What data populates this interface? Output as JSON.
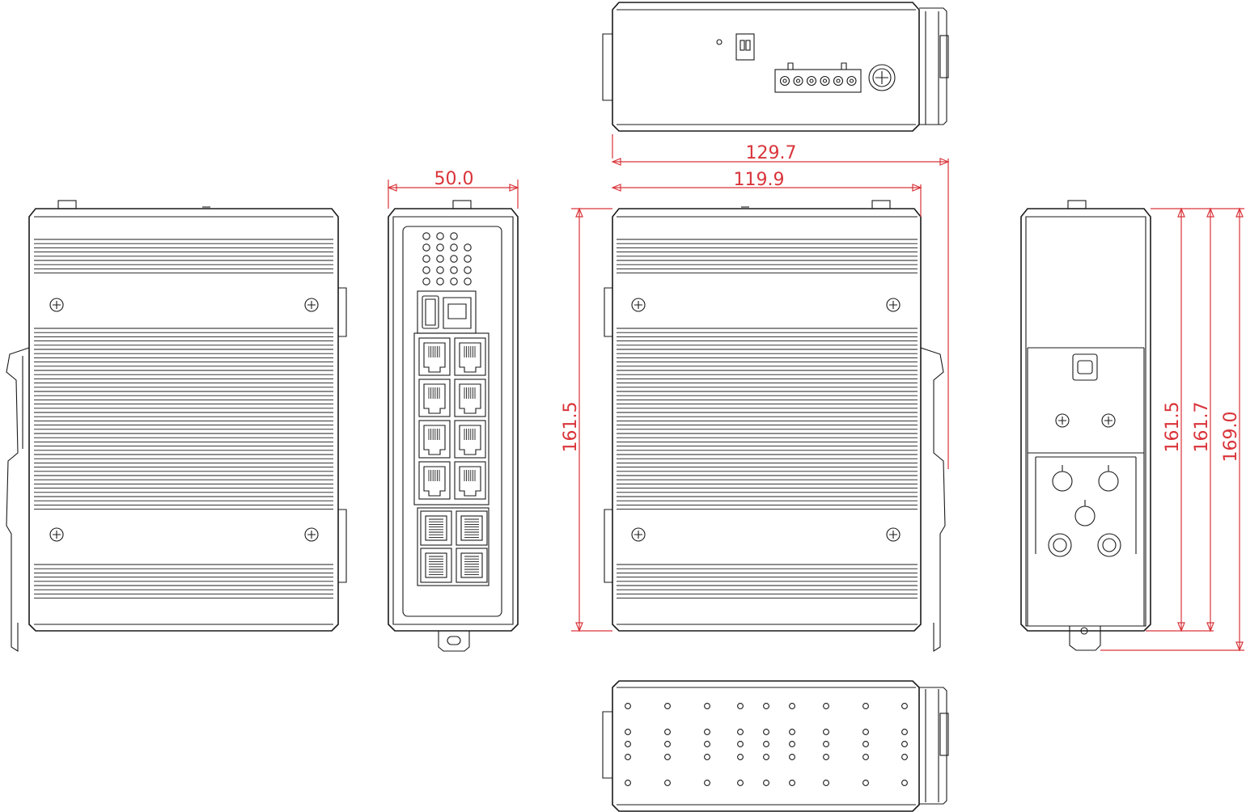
{
  "dimensions": {
    "depth_with_rail_clip": "129.7",
    "depth": "119.9",
    "width": "50.0",
    "height_side": "161.5",
    "height_rear": "161.5",
    "height_rear_with_bracket": "161.7",
    "height_total": "169.0"
  },
  "colors": {
    "outline": "#1a1a1a",
    "dimension": "#d9343a",
    "background": "#ffffff"
  },
  "views": {
    "left_side": "left-side-view",
    "front": "front-port-view",
    "top": "top-view",
    "right_side": "right-side-view",
    "rear": "rear-din-rail-view",
    "bottom": "bottom-view"
  }
}
